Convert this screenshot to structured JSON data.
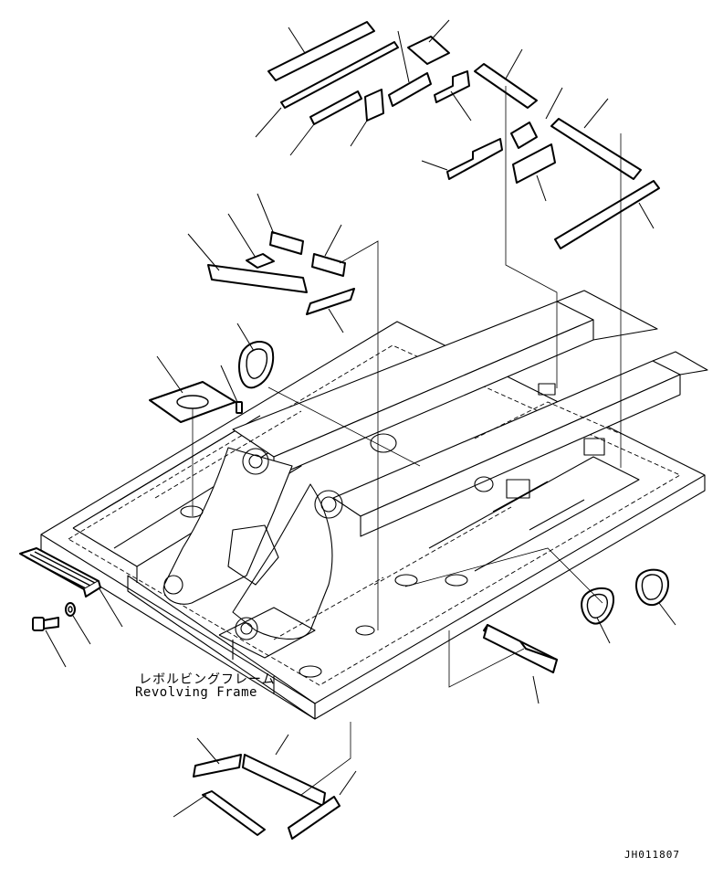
{
  "diagram": {
    "frame_label_jp": "レボルビングフレーム",
    "frame_label_en": "Revolving Frame",
    "drawing_number": "JH011807"
  }
}
